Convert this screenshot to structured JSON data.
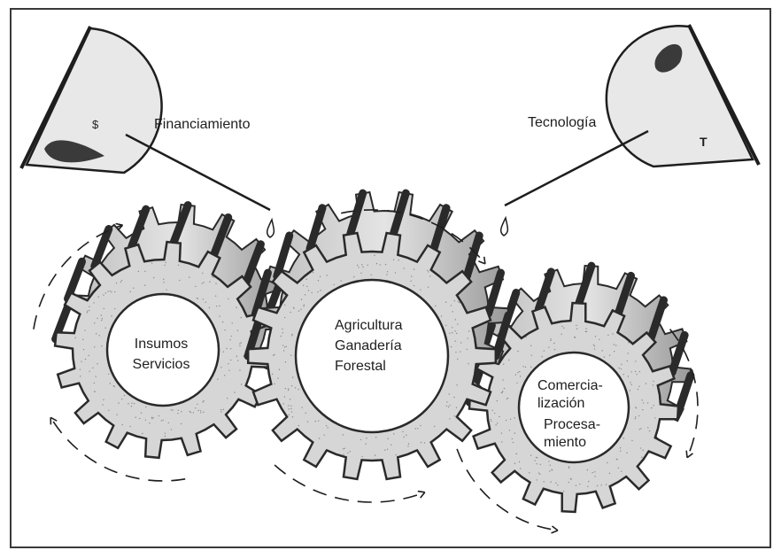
{
  "diagram": {
    "top_labels": {
      "financing": "Financiamiento",
      "technology": "Tecnología"
    },
    "oilcan_marks": {
      "left": "$",
      "right": "T"
    },
    "gears": {
      "left": [
        "Insumos",
        "Servicios"
      ],
      "center": [
        "Agricultura",
        "Ganadería",
        "Forestal"
      ],
      "right": [
        "Comercia-",
        "lización",
        "Procesa-",
        "miento"
      ]
    }
  },
  "colors": {
    "gear_fill": "#d6d6d6",
    "gear_dark": "#2a2a2a",
    "hub_fill": "#ffffff",
    "ink": "#1e1e1e",
    "frame": "#3a3a3a"
  }
}
